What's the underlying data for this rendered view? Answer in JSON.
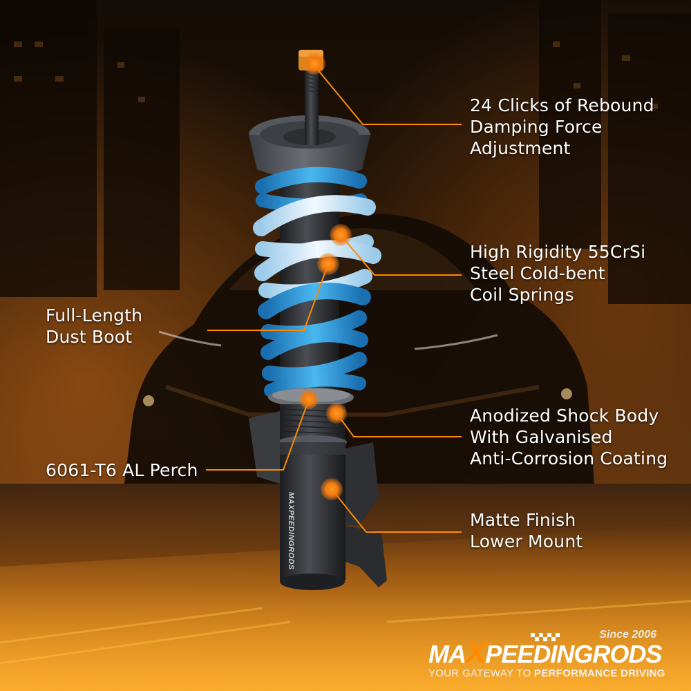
{
  "labels": {
    "rebound": "24 Clicks of Rebound\nDamping Force\nAdjustment",
    "springs": "High Rigidity 55CrSi\nSteel Cold-bent\nCoil Springs",
    "dust_boot": "Full-Length\nDust Boot",
    "shock_body": "Anodized Shock Body\nWith Galvanised\nAnti-Corrosion Coating",
    "perch": "6061-T6 AL Perch",
    "lower_mount": "Matte Finish\nLower Mount"
  },
  "logo": {
    "since": "Since 2006",
    "brand_prefix": "ma",
    "brand_x": "X",
    "brand_suffix": "PEEDINGRODS",
    "tagline_plain": "YOUR GATEWAY TO ",
    "tagline_bold": "PERFORMANCE DRIVING"
  },
  "strut_marking": "MAXPEEDINGRODS",
  "colors": {
    "accent": "#ff8a00",
    "spring_blue": "#3aa8e8",
    "spring_light": "#dff0fb",
    "body_gray": "#4a4d52"
  }
}
